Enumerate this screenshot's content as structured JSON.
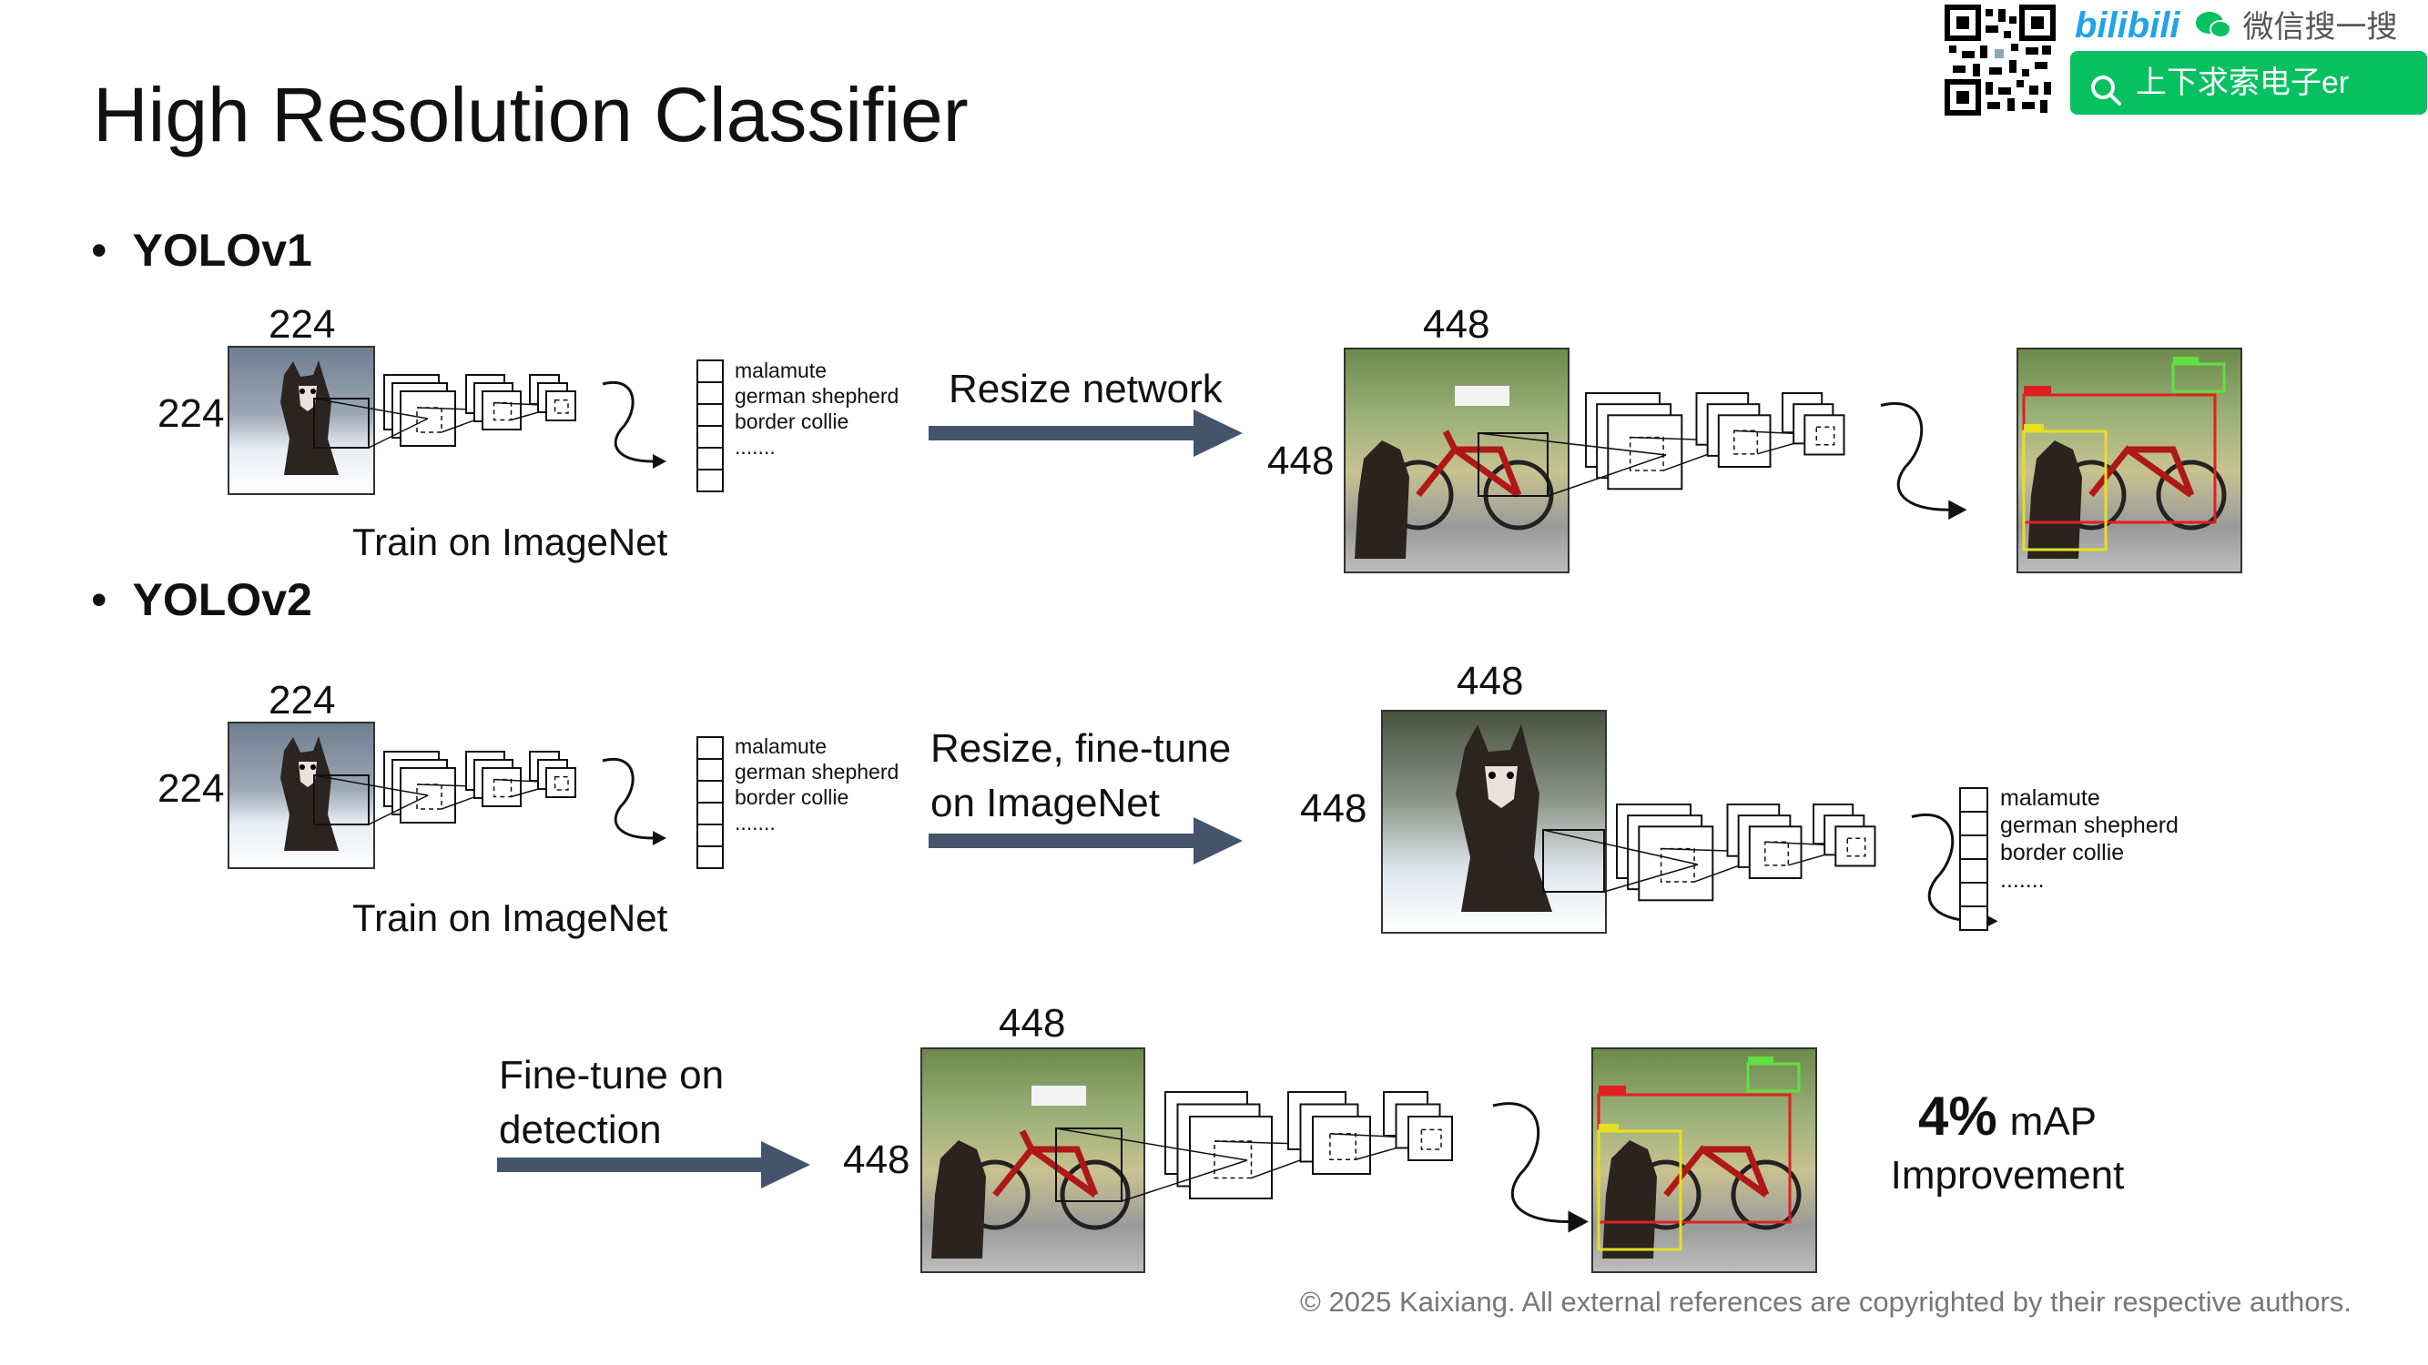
{
  "slide": {
    "title": "High Resolution Classifier",
    "bullets": [
      "YOLOv1",
      "YOLOv2"
    ],
    "footer": "© 2025 Kaixiang. All external references are copyrighted by their respective authors."
  },
  "watermark": {
    "platform": "bilibili",
    "wechat_search": "微信搜一搜",
    "search_text": "上下求索电子er",
    "colors": {
      "bilibili": "#21a4e5",
      "wechat_green": "#07c160"
    }
  },
  "yolov1": {
    "input_w": "224",
    "input_h": "224",
    "classes": [
      "malamute",
      "german shepherd",
      "border collie",
      "......."
    ],
    "caption": "Train on ImageNet",
    "step": "Resize network",
    "output_w": "448",
    "output_h": "448"
  },
  "yolov2": {
    "input_w": "224",
    "input_h": "224",
    "classes": [
      "malamute",
      "german shepherd",
      "border collie",
      "......."
    ],
    "caption": "Train on ImageNet",
    "step_line1": "Resize, fine-tune",
    "step_line2": "on ImageNet",
    "mid_w": "448",
    "mid_h": "448",
    "mid_classes": [
      "malamute",
      "german shepherd",
      "border collie",
      "......."
    ],
    "detect_step_line1": "Fine-tune on",
    "detect_step_line2": "detection",
    "det_w": "448",
    "det_h": "448",
    "improvement_value": "4%",
    "improvement_unit": "mAP",
    "improvement_word": "Improvement"
  },
  "colors": {
    "arrow": "#44546a",
    "text": "#111111",
    "footer": "#777777"
  }
}
